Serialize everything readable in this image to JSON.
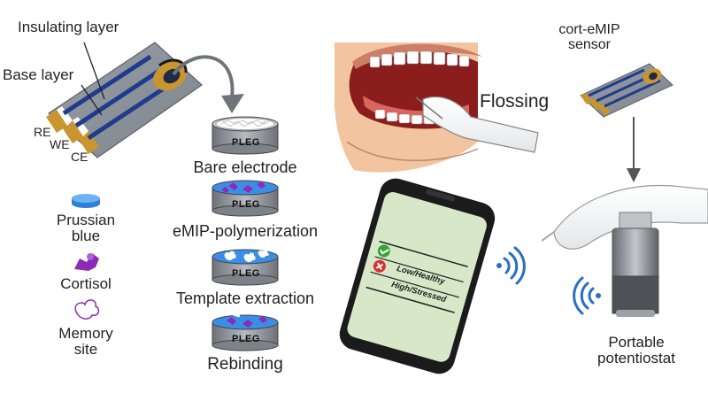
{
  "electrode": {
    "insulating_label": "Insulating layer",
    "base_label": "Base layer",
    "re_label": "RE",
    "we_label": "WE",
    "ce_label": "CE"
  },
  "legend": {
    "prussian_blue": "Prussian\nblue",
    "cortisol": "Cortisol",
    "memory_site": "Memory\nsite"
  },
  "steps": {
    "pleg_text": "PLEG",
    "bare": "Bare electrode",
    "polymerization": "eMIP-polymerization",
    "extraction": "Template extraction",
    "rebinding": "Rebinding"
  },
  "flossing_label": "Flossing",
  "sensor_label": "cort-eMIP\nsensor",
  "potentiostat_label": "Portable\npotentiostat",
  "phone": {
    "low": "Low/Healthy",
    "high": "High/Stressed"
  },
  "colors": {
    "electrode_blue": "#1f3c8c",
    "gold": "#c9952e",
    "check_green": "#3aa335",
    "cross_red": "#d93030",
    "wireless_blue": "#2a6fc2"
  }
}
